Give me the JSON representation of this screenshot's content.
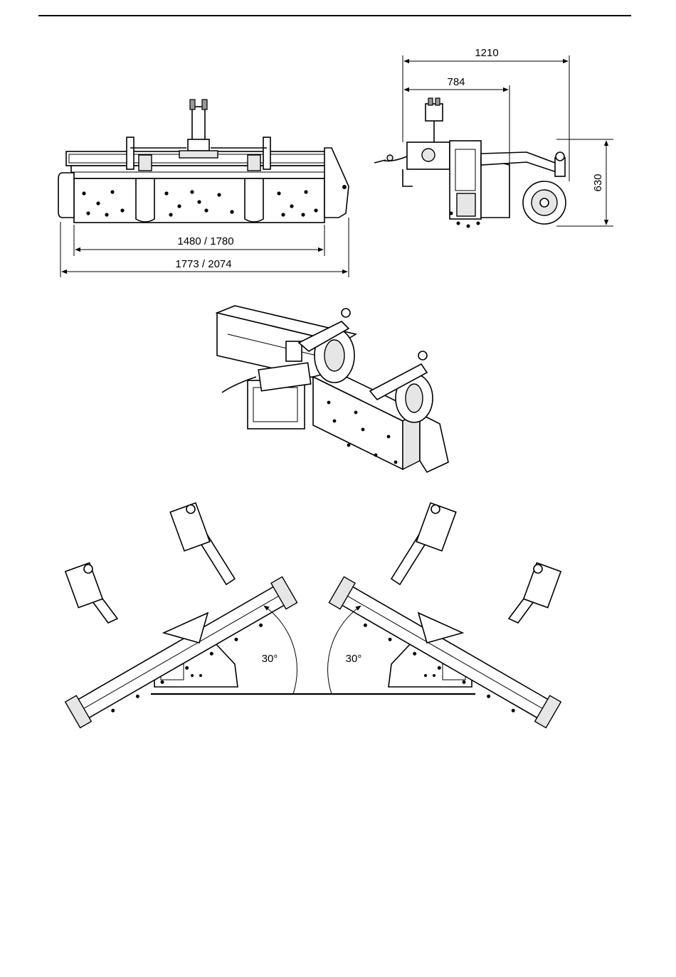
{
  "front_view": {
    "dim_inner": "1480 / 1780",
    "dim_outer": "1773 / 2074"
  },
  "side_view": {
    "dim_total_length": "1210",
    "dim_hitch_length": "784",
    "dim_height": "630"
  },
  "tilt_view": {
    "angle_left": "30°",
    "angle_right": "30°"
  }
}
